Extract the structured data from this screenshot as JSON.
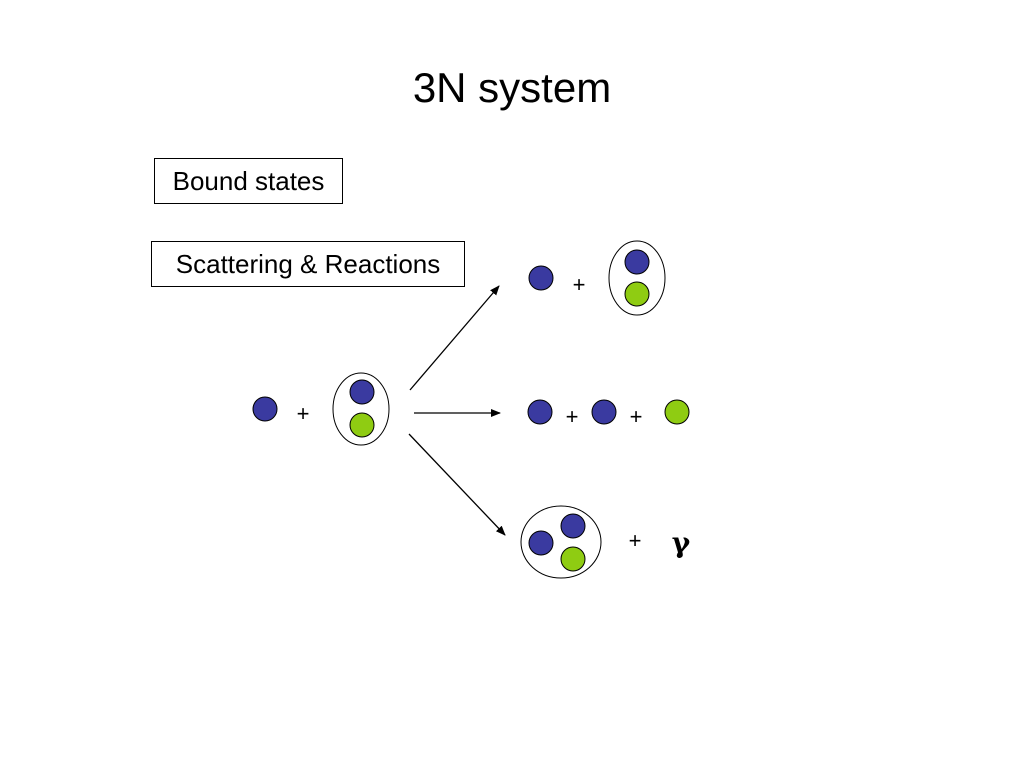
{
  "slide": {
    "title": "3N system"
  },
  "labels": {
    "bound_states": "Bound states",
    "scattering": "Scattering & Reactions"
  },
  "diagram": {
    "plus": "+",
    "gamma": "γ",
    "colors": {
      "proton": "#3a3aa0",
      "neutron": "#8fcc12",
      "outline": "#000000",
      "cluster_fill": "#ffffff"
    }
  }
}
